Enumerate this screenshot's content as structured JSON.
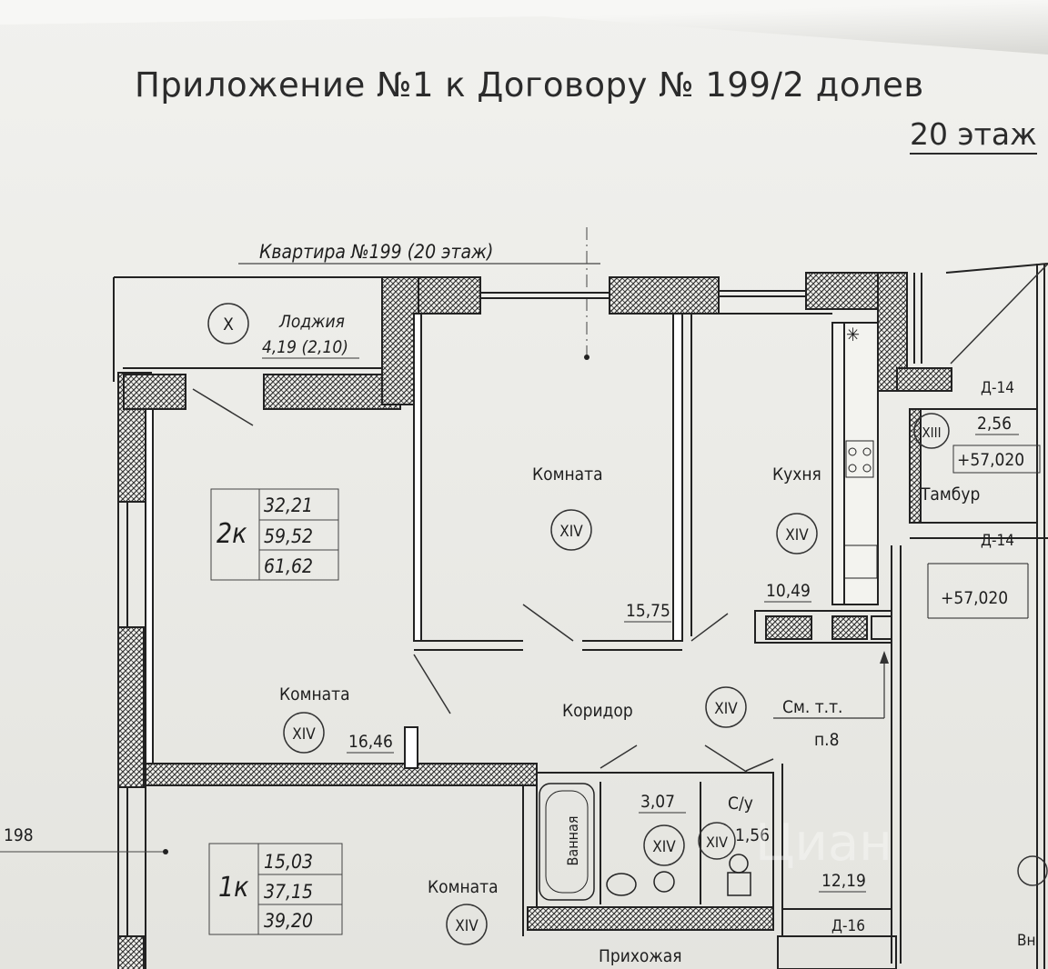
{
  "header": {
    "title": "Приложение №1 к Договору № 199/2 долев",
    "floor": "20 этаж"
  },
  "plan": {
    "apartment_label": "Квартира №199 (20 этаж)",
    "neighbor_number": "198",
    "apt2": {
      "type": "2к",
      "area_living": "32,21",
      "area_total": "59,52",
      "area_with_loggia": "61,62"
    },
    "apt1": {
      "type": "1к",
      "area_living": "15,03",
      "area_total": "37,15",
      "area_with_loggia": "39,20"
    },
    "rooms": {
      "loggia_name": "Лоджия",
      "loggia_area": "4,19 (2,10)",
      "loggia_code": "X",
      "room_upper_name": "Комната",
      "room_upper_code": "XIV",
      "room_upper_area": "15,75",
      "kitchen_name": "Кухня",
      "kitchen_code": "XIV",
      "kitchen_area": "10,49",
      "room_left_name": "Комната",
      "room_left_code": "XIV",
      "room_left_area": "16,46",
      "corridor_name": "Коридор",
      "corridor_code": "XIV",
      "corridor_note": "См. т.т.",
      "corridor_note2": "п.8",
      "corridor_area": "12,19",
      "bath_name": "Ванная",
      "bath_area": "3,07",
      "bath_code": "XIV",
      "wc_name": "С/у",
      "wc_code": "XIV",
      "wc_area": "1,56",
      "room_lower_name": "Комната",
      "room_lower_code": "XIV",
      "hall_name": "Прихожая",
      "tambour_name": "Тамбур",
      "tambour_code": "XIII",
      "tambour_area": "2,56",
      "level_1": "+57,020",
      "level_2": "+57,020",
      "door_1": "Д-14",
      "door_2": "Д-14",
      "door_3": "Д-16",
      "right_edge_text": "Вн"
    }
  },
  "watermark": "Циан"
}
